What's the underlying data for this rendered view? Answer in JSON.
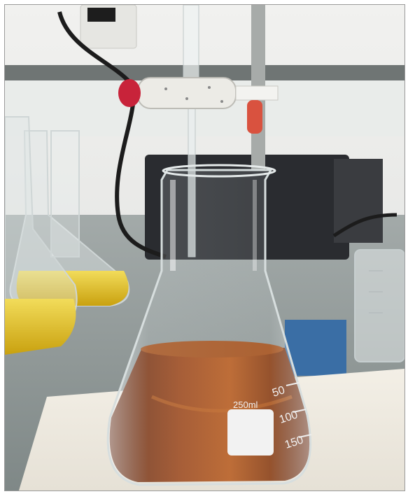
{
  "photo": {
    "flask": {
      "capacity_label": "250ml",
      "graduations": [
        "50",
        "100",
        "150"
      ]
    },
    "colors": {
      "liquid": "#8a3a12",
      "liquid_highlight": "#c2641f",
      "yellow_solution": "#e3c21a",
      "tubing": "#1c1c1c",
      "stopcock_red": "#c8233a",
      "bench": "#8d9696"
    }
  }
}
